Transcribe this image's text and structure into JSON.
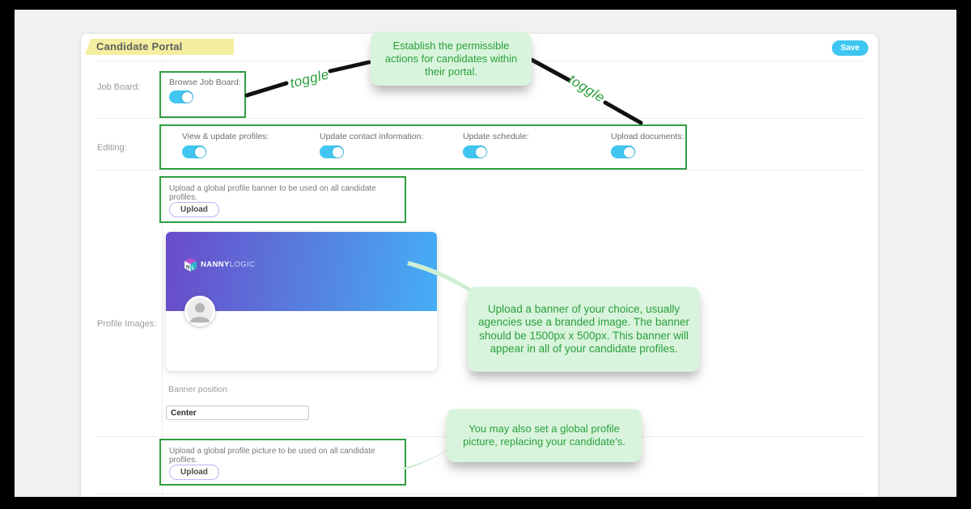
{
  "page": {
    "title": "Candidate Portal",
    "save_label": "Save"
  },
  "rows": {
    "job_board": {
      "label": "Job Board:",
      "toggle": {
        "label": "Browse Job Board:",
        "state": true
      }
    },
    "editing": {
      "label": "Editing:",
      "toggles": [
        {
          "label": "View & update profiles:",
          "state": true
        },
        {
          "label": "Update contact information:",
          "state": true
        },
        {
          "label": "Update schedule:",
          "state": true
        },
        {
          "label": "Upload documents:",
          "state": true
        }
      ]
    },
    "profile_images": {
      "label": "Profile Images:",
      "banner_upload": {
        "description": "Upload a global profile banner to be used on all candidate profiles.",
        "button_label": "Upload"
      },
      "banner_preview": {
        "brand_bold": "NANNY",
        "brand_light": "LOGIC"
      },
      "banner_position": {
        "label": "Banner position",
        "value": "Center"
      },
      "picture_upload": {
        "description": "Upload a global profile picture to be used on all candidate profiles.",
        "button_label": "Upload"
      }
    }
  },
  "annotations": {
    "callout_top": "Establish the permissible actions for candidates within their portal.",
    "callout_banner": "Upload a banner of your choice, usually agencies use a branded image. The banner should be 1500px x 500px. This banner will appear in all of your candidate profiles.",
    "callout_picture": "You may also set a global profile picture, replacing your candidate’s.",
    "toggle_note_1": "toggle",
    "toggle_note_2": "toggle"
  },
  "colors": {
    "accent_cyan": "#3EC6F0",
    "annotation_green": "#2AA03C",
    "annotation_bg": "#D9F4DC",
    "highlight_yellow": "#F4EFA0",
    "box_green": "#2F9E41",
    "banner_gradient_start": "#6A4BC8",
    "banner_gradient_end": "#45AEF6"
  }
}
